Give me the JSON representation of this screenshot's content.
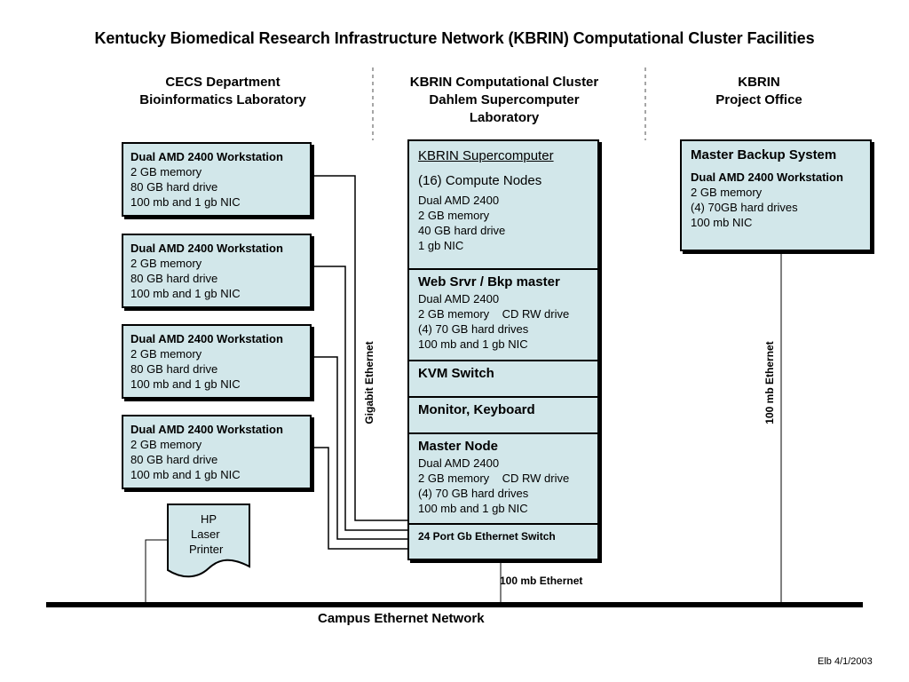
{
  "title": "Kentucky Biomedical Research Infrastructure Network (KBRIN) Computational Cluster Facilities",
  "columns": {
    "left": {
      "line1": "CECS Department",
      "line2": "Bioinformatics Laboratory"
    },
    "center": {
      "line1": "KBRIN Computational Cluster",
      "line2": "Dahlem Supercomputer",
      "line3": "Laboratory"
    },
    "right": {
      "line1": "KBRIN",
      "line2": "Project Office"
    }
  },
  "workstations": [
    {
      "name": "Dual AMD 2400 Workstation",
      "memory": "2 GB memory",
      "disk": "80 GB hard drive",
      "nic": "100 mb and 1 gb NIC"
    },
    {
      "name": "Dual AMD 2400 Workstation",
      "memory": "2 GB memory",
      "disk": "80 GB hard drive",
      "nic": "100 mb and 1 gb NIC"
    },
    {
      "name": "Dual AMD 2400 Workstation",
      "memory": "2 GB memory",
      "disk": "80 GB hard drive",
      "nic": "100 mb and 1 gb NIC"
    },
    {
      "name": "Dual AMD 2400 Workstation",
      "memory": "2 GB memory",
      "disk": "80 GB hard drive",
      "nic": "100 mb and 1 gb NIC"
    }
  ],
  "printer": {
    "line1": "HP",
    "line2": "Laser",
    "line3": "Printer"
  },
  "cluster": {
    "supercomputer": {
      "title": "KBRIN Supercomputer",
      "subtitle": "(16) Compute Nodes",
      "l1": "Dual AMD 2400",
      "l2": "2 GB memory",
      "l3": "40 GB hard drive",
      "l4": "1 gb NIC"
    },
    "webserver": {
      "title": "Web Srvr / Bkp master",
      "l1": "Dual AMD 2400",
      "l2": "2 GB memory    CD RW drive",
      "l3": "(4) 70 GB hard drives",
      "l4": "100 mb and 1 gb NIC"
    },
    "kvm": {
      "title": "KVM Switch"
    },
    "monitor": {
      "title": "Monitor, Keyboard"
    },
    "master": {
      "title": "Master Node",
      "l1": "Dual AMD 2400",
      "l2": "2 GB memory    CD RW drive",
      "l3": "(4) 70 GB hard drives",
      "l4": "100 mb and 1 gb NIC"
    },
    "switch": {
      "title": "24 Port Gb Ethernet Switch"
    }
  },
  "backup": {
    "title": "Master Backup System",
    "name": "Dual AMD 2400 Workstation",
    "l1": "2 GB memory",
    "l2": "(4) 70GB hard drives",
    "l3": "100 mb NIC"
  },
  "labels": {
    "gigabit": "Gigabit Ethernet",
    "eth100_right": "100 mb Ethernet",
    "eth100_center": "100 mb Ethernet",
    "campus": "Campus Ethernet Network",
    "footer": "Elb 4/1/2003"
  },
  "colors": {
    "box_fill": "#d2e7ea",
    "line": "#000000",
    "dashed": "#888888"
  }
}
